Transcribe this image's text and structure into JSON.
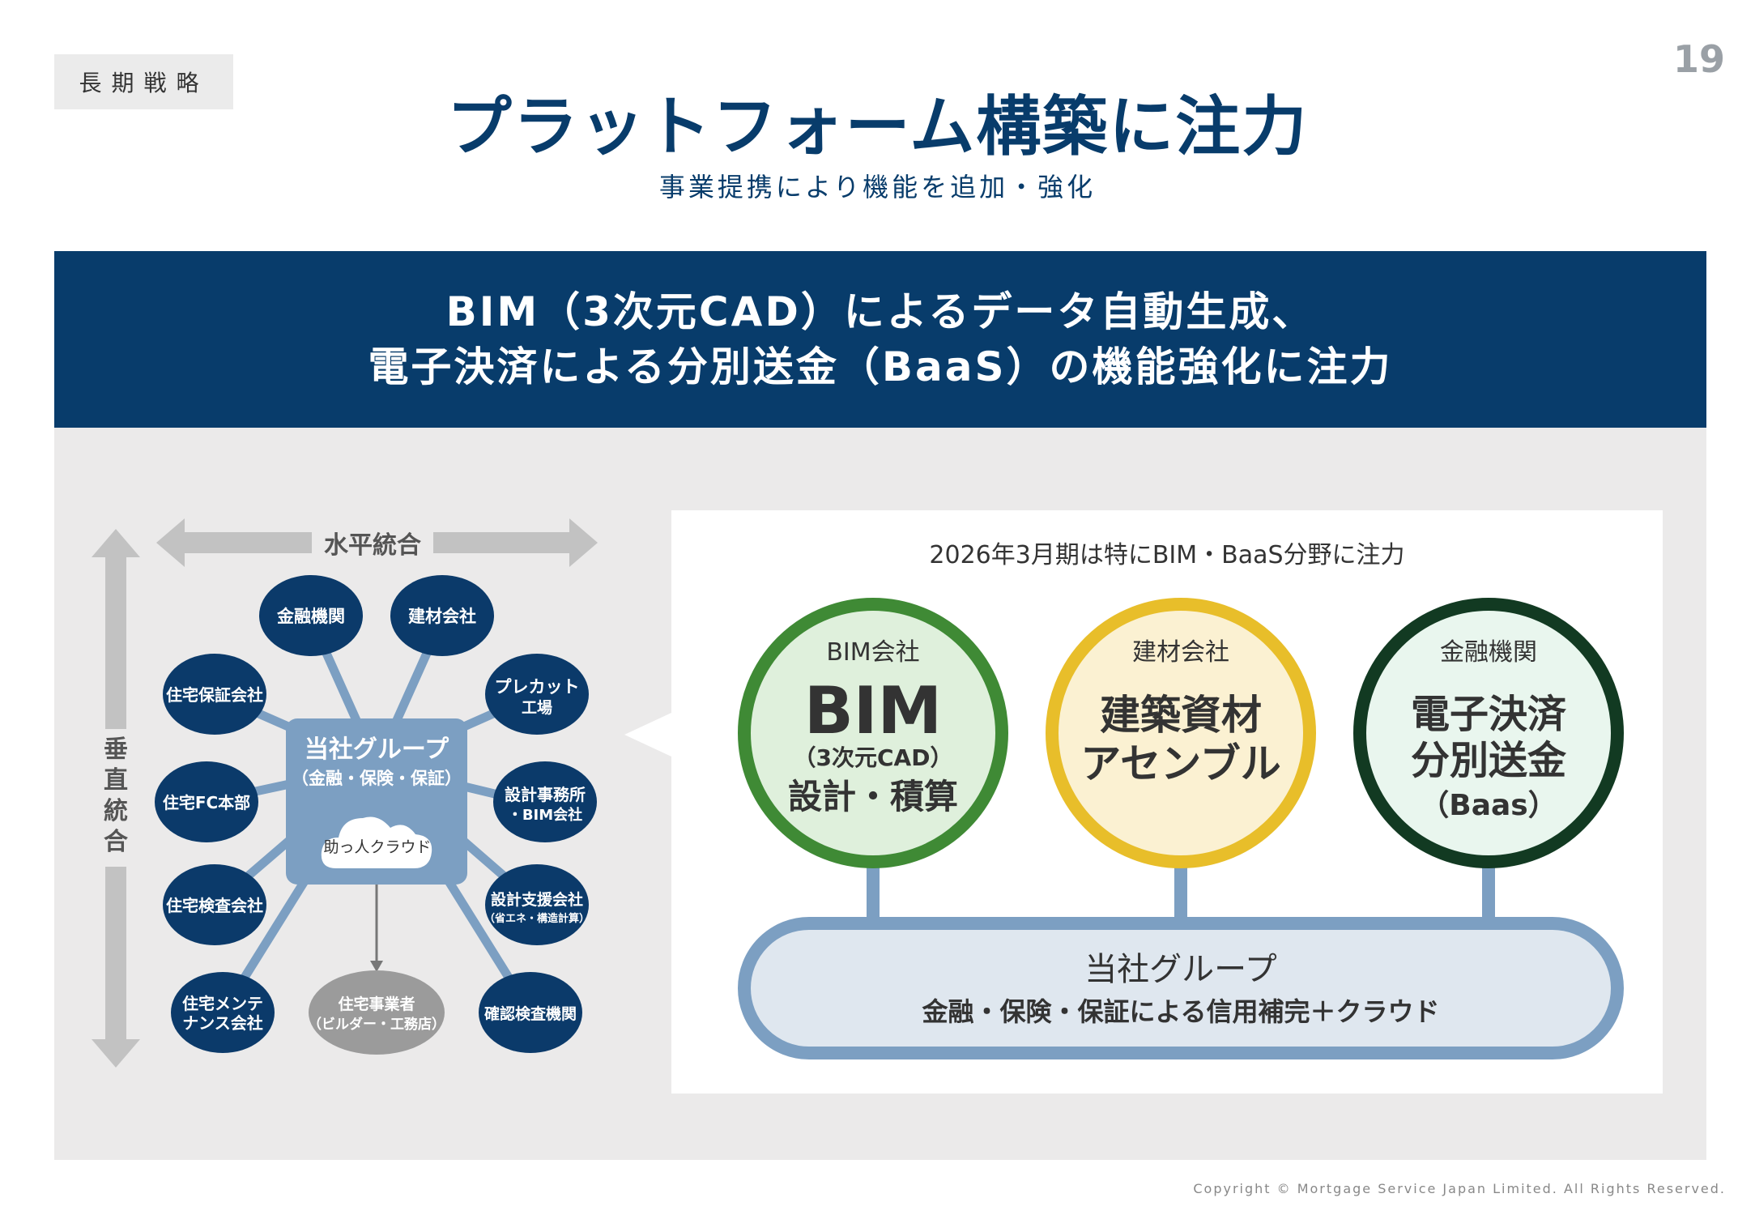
{
  "header": {
    "tag": "長期戦略",
    "page_number": "19",
    "title": "プラットフォーム構築に注力",
    "subtitle": "事業提携により機能を追加・強化"
  },
  "banner": {
    "line1": "BIM（3次元CAD）によるデータ自動生成、",
    "line2": "電子決済による分別送金（BaaS）の機能強化に注力"
  },
  "left_diagram": {
    "horizontal_label": "水平統合",
    "vertical_label": "垂直統合",
    "center_title": "当社グループ",
    "center_sub": "（金融・保険・保証）",
    "cloud_label": "助っ人クラウド",
    "nodes": {
      "finance": "金融機関",
      "materials": "建材会社",
      "housing_guarantee": "住宅保証会社",
      "precut": [
        "プレカット",
        "工場"
      ],
      "housing_fc": "住宅FC本部",
      "design_office": [
        "設計事務所",
        "・BIM会社"
      ],
      "housing_inspection": "住宅検査会社",
      "design_support": [
        "設計支援会社",
        "（省エネ・構造計算）"
      ],
      "maintenance": [
        "住宅メンテ",
        "ナンス会社"
      ],
      "builder": [
        "住宅事業者",
        "（ビルダー・工務店）"
      ],
      "inspection_agency": "確認検査機関"
    }
  },
  "right_diagram": {
    "caption": "2026年3月期は特にBIM・BaaS分野に注力",
    "circles": [
      {
        "label": "BIM会社",
        "main": "BIM",
        "sub": "（3次元CAD）",
        "extra": "設計・積算",
        "color": "#3f8a35",
        "fill": "#dff0dc"
      },
      {
        "label": "建材会社",
        "main1": "建築資材",
        "main2": "アセンブル",
        "color": "#e8be2a",
        "fill": "#fbf1d2"
      },
      {
        "label": "金融機関",
        "main1": "電子決済",
        "main2": "分別送金",
        "main3": "（Baas）",
        "color": "#123a22",
        "fill": "#e9f6ee"
      }
    ],
    "base_title": "当社グループ",
    "base_sub": "金融・保険・保証による信用補完＋クラウド"
  },
  "colors": {
    "navy": "#083c6b",
    "node": "#0b3a6a",
    "hub": "#7c9fc2",
    "gray": "#9b9b9b"
  },
  "footer": {
    "copyright": "Copyright © Mortgage Service Japan Limited. All Rights Reserved."
  }
}
